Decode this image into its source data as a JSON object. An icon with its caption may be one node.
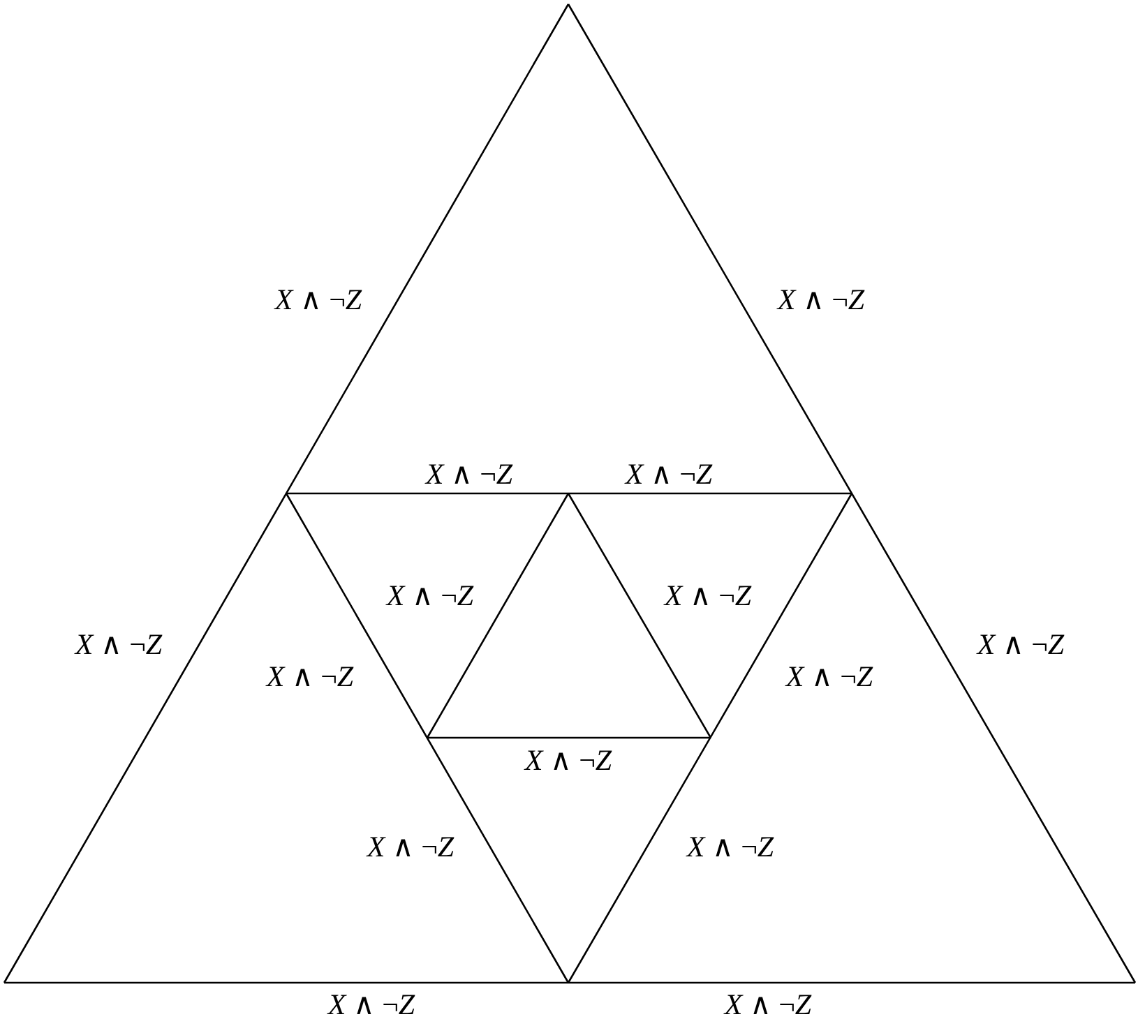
{
  "diagram": {
    "labels": [
      "*X* ∧ ¬*Z*",
      "*X* ∧ ¬*Z*",
      "*X* ∧ ¬*Z*",
      "*X* ∧ ¬*Z*",
      "*X* ∧ ¬*Z*",
      "*X* ∧ ¬*Z*",
      "*X* ∧ ¬*Z*",
      "*X* ∧ ¬*Z*",
      "*X* ∧ ¬*Z*",
      "*X* ∧ ¬*Z*",
      "*X* ∧ ¬*Z*",
      "*X* ∧ ¬*Z*",
      "*X* ∧ ¬*Z*",
      "*X* ∧ ¬*Z*",
      "*X* ∧ ¬*Z*"
    ]
  }
}
